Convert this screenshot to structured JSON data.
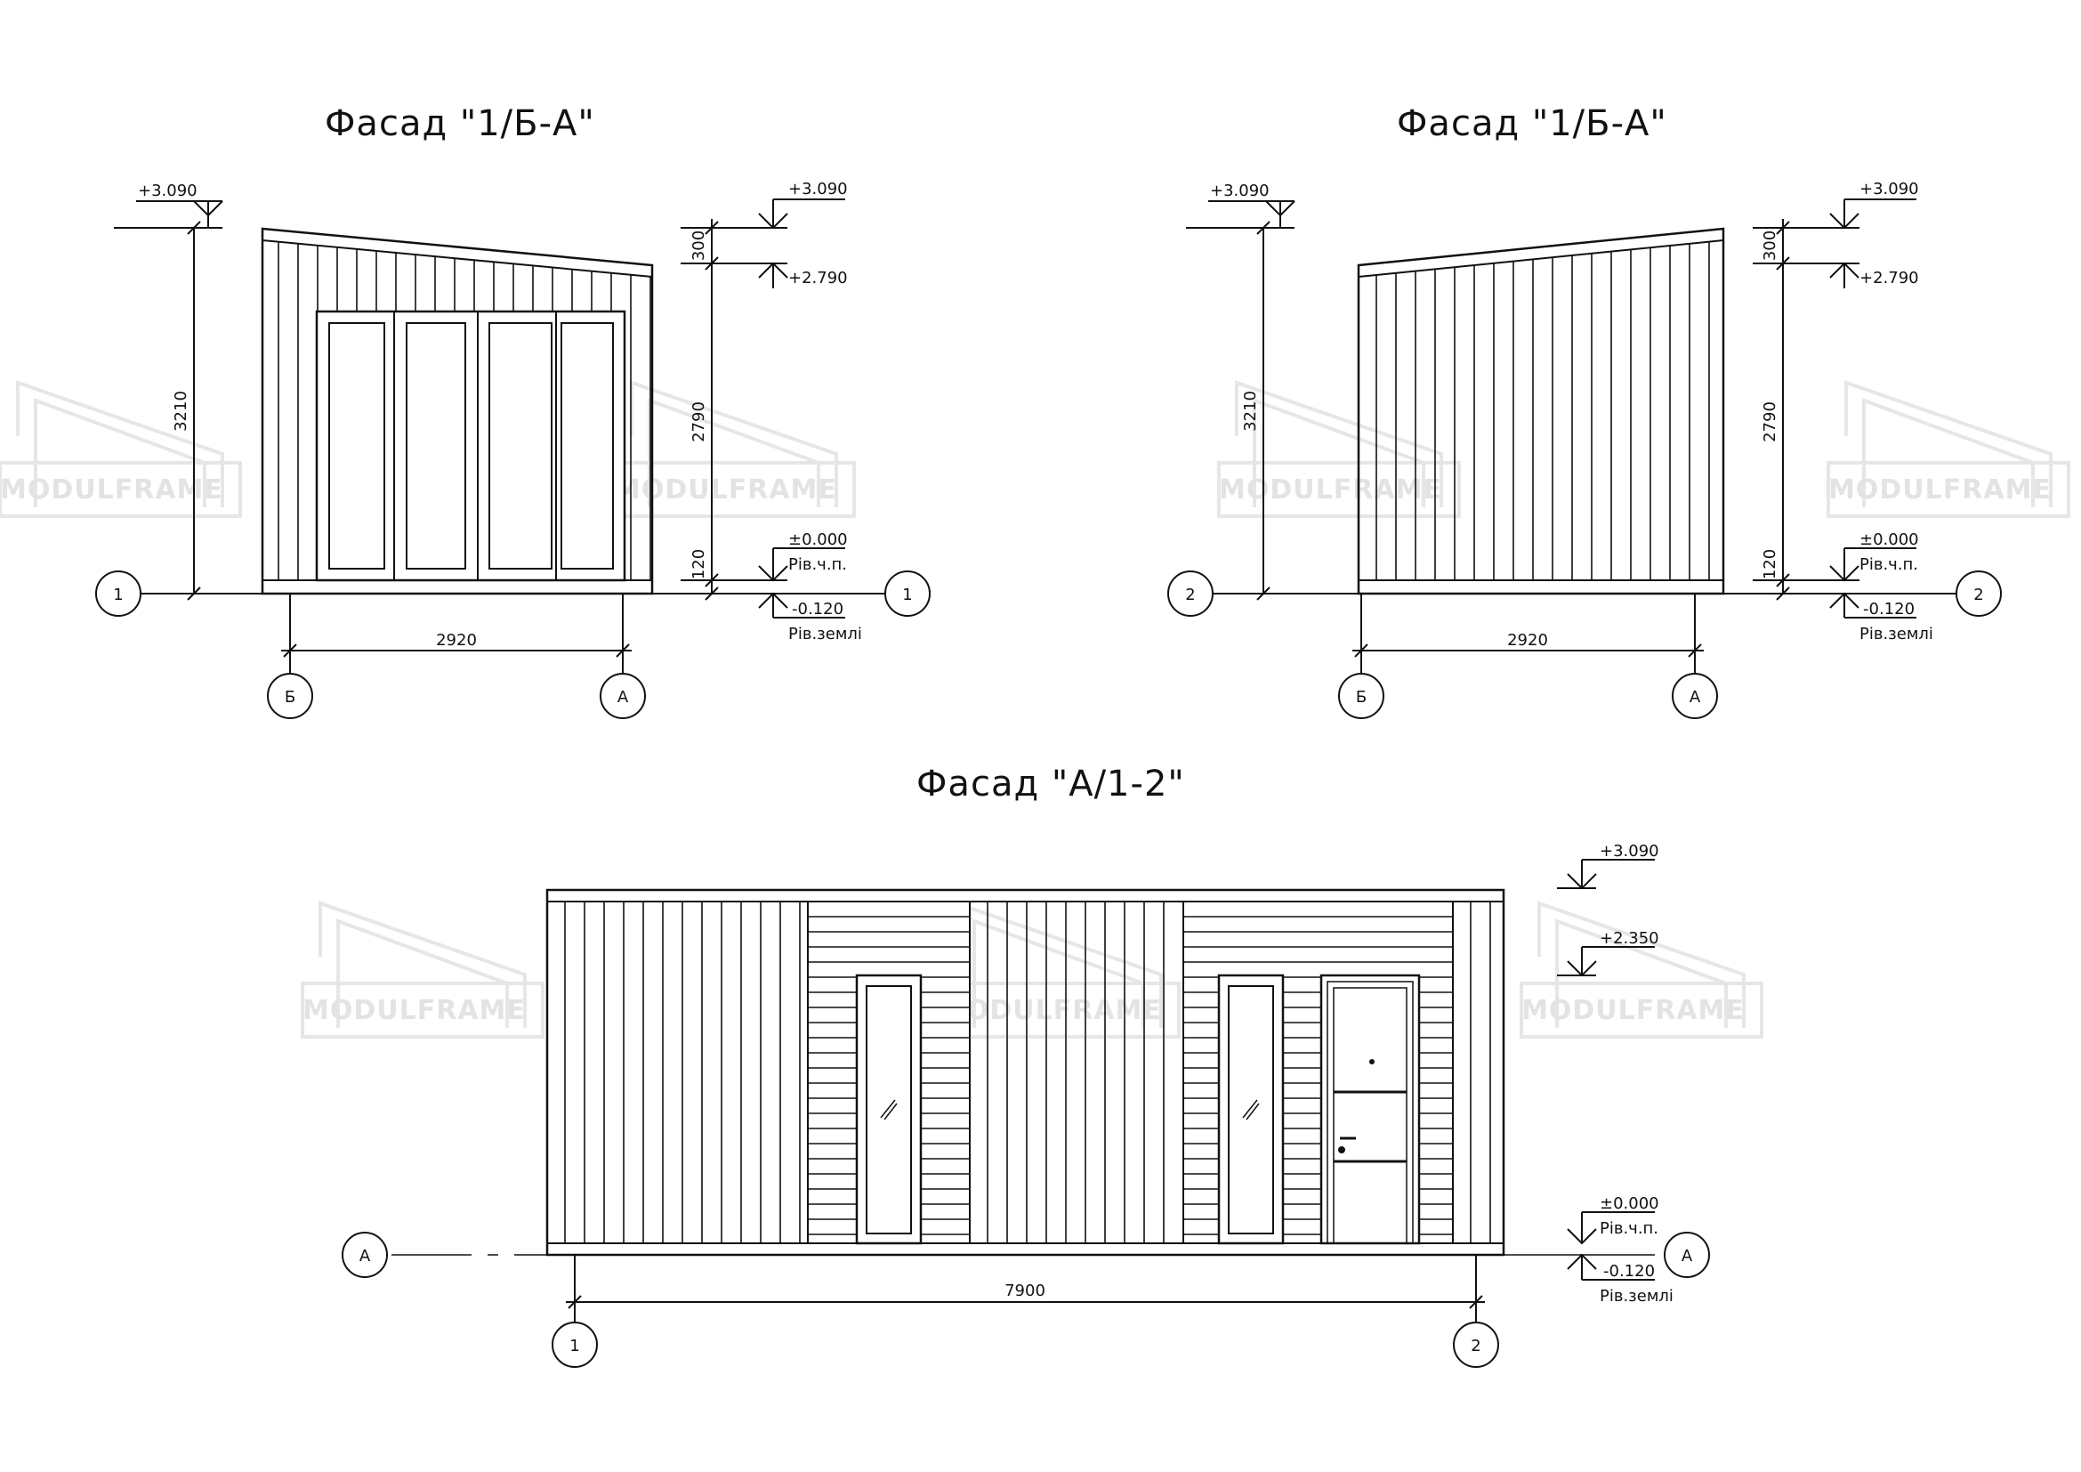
{
  "watermark": "MODULFRAME",
  "facades": {
    "left": {
      "title": "Фасад \"1/Б-А\"",
      "dim_total": "3210",
      "dim_top": "300",
      "dim_mid": "2790",
      "dim_bottom": "120",
      "dim_width": "2920",
      "lvl_top": "+3.090",
      "lvl_top_right": "+3.090",
      "lvl_eave": "+2.790",
      "lvl_zero": "±0.000",
      "lvl_zero_note": "Рів.ч.п.",
      "lvl_ground": "-0.120",
      "lvl_ground_note": "Рів.землі",
      "axis_left": "1",
      "axis_right": "1",
      "axis_b": "Б",
      "axis_a": "А"
    },
    "right": {
      "title": "Фасад \"1/Б-А\"",
      "dim_total": "3210",
      "dim_top": "300",
      "dim_mid": "2790",
      "dim_bottom": "120",
      "dim_width": "2920",
      "lvl_top": "+3.090",
      "lvl_top_right": "+3.090",
      "lvl_eave": "+2.790",
      "lvl_zero": "±0.000",
      "lvl_zero_note": "Рів.ч.п.",
      "lvl_ground": "-0.120",
      "lvl_ground_note": "Рів.землі",
      "axis_left": "2",
      "axis_right": "2",
      "axis_b": "Б",
      "axis_a": "А"
    },
    "bottom": {
      "title": "Фасад \"А/1-2\"",
      "dim_width": "7900",
      "lvl_top": "+3.090",
      "lvl_mid": "+2.350",
      "lvl_zero": "±0.000",
      "lvl_zero_note": "Рів.ч.п.",
      "lvl_ground": "-0.120",
      "lvl_ground_note": "Рів.землі",
      "axis_left": "А",
      "axis_right": "А",
      "axis_1": "1",
      "axis_2": "2"
    }
  }
}
